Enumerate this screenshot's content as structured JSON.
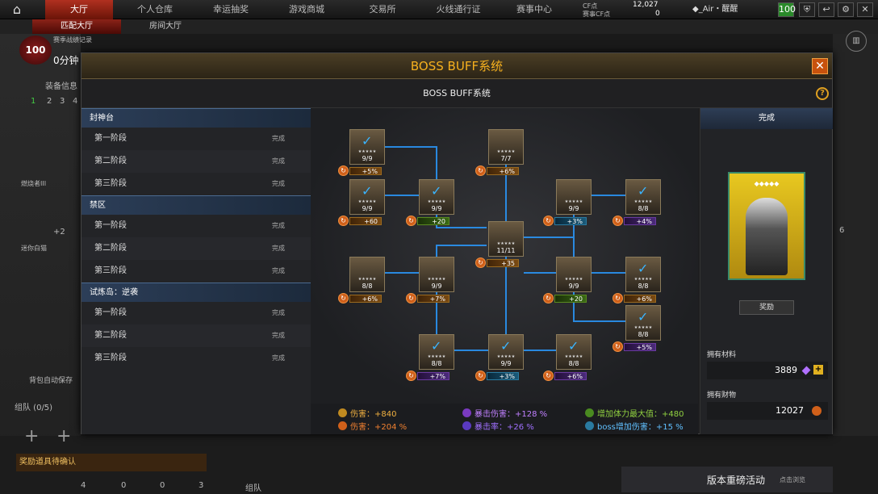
{
  "topbar": {
    "tabs": [
      "大厅",
      "个人仓库",
      "幸运抽奖",
      "游戏商城",
      "交易所",
      "火线通行证",
      "赛事中心"
    ],
    "cf_label": "CF点",
    "cf_value": "12,027",
    "match_cf_label": "赛事CF点",
    "match_cf_value": "0",
    "player_name": "◆_Air・醒醒",
    "badge_100": "100"
  },
  "subtabs": [
    "匹配大厅",
    "房间大厅"
  ],
  "background": {
    "level": "100",
    "record_label": "赛季战绩记录",
    "score": "0分钟",
    "equip_info": "装备信息",
    "slots": [
      "1",
      "2",
      "3",
      "4"
    ],
    "plus_two": "+2",
    "team_label": "组队 (0/5)",
    "auto_save": "背包自动保存",
    "reward_confirm": "奖励道具待确认",
    "chat_label": "组队",
    "counts": [
      "4",
      "0",
      "0",
      "3"
    ],
    "promo_title": "版本重磅活动",
    "promo_sub": "点击浏览",
    "side_item_1": "燃烧者III",
    "side_item_2": "迷你白猫",
    "right_num": "6"
  },
  "modal": {
    "title": "BOSS BUFF系统",
    "subtitle": "BOSS BUFF系统",
    "close": "✕",
    "help": "?"
  },
  "list": {
    "groups": [
      {
        "name": "封神台",
        "rows": [
          {
            "label": "第一阶段",
            "status": "完成"
          },
          {
            "label": "第二阶段",
            "status": "完成"
          },
          {
            "label": "第三阶段",
            "status": "完成"
          }
        ]
      },
      {
        "name": "禁区",
        "rows": [
          {
            "label": "第一阶段",
            "status": "完成"
          },
          {
            "label": "第二阶段",
            "status": "完成"
          },
          {
            "label": "第三阶段",
            "status": "完成"
          }
        ]
      },
      {
        "name": "试炼岛：逆袭",
        "rows": [
          {
            "label": "第一阶段",
            "status": "完成"
          },
          {
            "label": "第二阶段",
            "status": "完成"
          },
          {
            "label": "第三阶段",
            "status": "完成"
          }
        ]
      }
    ]
  },
  "tree": {
    "nodes": [
      {
        "id": "n1",
        "count": "9/9",
        "buff": "+5%",
        "color": "orange"
      },
      {
        "id": "n2",
        "count": "9/9",
        "buff": "+60",
        "color": "orange"
      },
      {
        "id": "n3",
        "count": "9/9",
        "buff": "+20",
        "color": "green"
      },
      {
        "id": "n4",
        "count": "7/7",
        "buff": "+6%",
        "color": "orange"
      },
      {
        "id": "n5",
        "count": "11/11",
        "buff": "+35",
        "color": "orange"
      },
      {
        "id": "n6",
        "count": "9/9",
        "buff": "+3%",
        "color": "blue"
      },
      {
        "id": "n7",
        "count": "8/8",
        "buff": "+4%",
        "color": "purple"
      },
      {
        "id": "n8",
        "count": "8/8",
        "buff": "+6%",
        "color": "orange"
      },
      {
        "id": "n9",
        "count": "9/9",
        "buff": "+7%",
        "color": "orange"
      },
      {
        "id": "n10",
        "count": "9/9",
        "buff": "+20",
        "color": "green"
      },
      {
        "id": "n11",
        "count": "8/8",
        "buff": "+6%",
        "color": "orange"
      },
      {
        "id": "n12",
        "count": "8/8",
        "buff": "+5%",
        "color": "purple"
      },
      {
        "id": "n13",
        "count": "8/8",
        "buff": "+7%",
        "color": "purple"
      },
      {
        "id": "n14",
        "count": "9/9",
        "buff": "+3%",
        "color": "blue"
      },
      {
        "id": "n15",
        "count": "8/8",
        "buff": "+6%",
        "color": "purple"
      }
    ]
  },
  "stats": [
    {
      "label": "伤害：",
      "value": "+840",
      "color": "#f0b040"
    },
    {
      "label": "伤害：",
      "value": "+204 %",
      "color": "#f08030"
    },
    {
      "label": "暴击伤害：",
      "value": "+128 %",
      "color": "#c080ff"
    },
    {
      "label": "暴击率：",
      "value": "+26 %",
      "color": "#a070ff"
    },
    {
      "label": "增加体力最大值：",
      "value": "+480",
      "color": "#90d040"
    },
    {
      "label": "boss增加伤害：",
      "value": "+15 %",
      "color": "#60c0ff"
    }
  ],
  "rpanel": {
    "header": "完成",
    "reward_btn": "奖励",
    "materials_label": "拥有材料",
    "materials_value": "3889",
    "wealth_label": "拥有财物",
    "wealth_value": "12027",
    "card_stars": "◆◆◆◆◆"
  }
}
